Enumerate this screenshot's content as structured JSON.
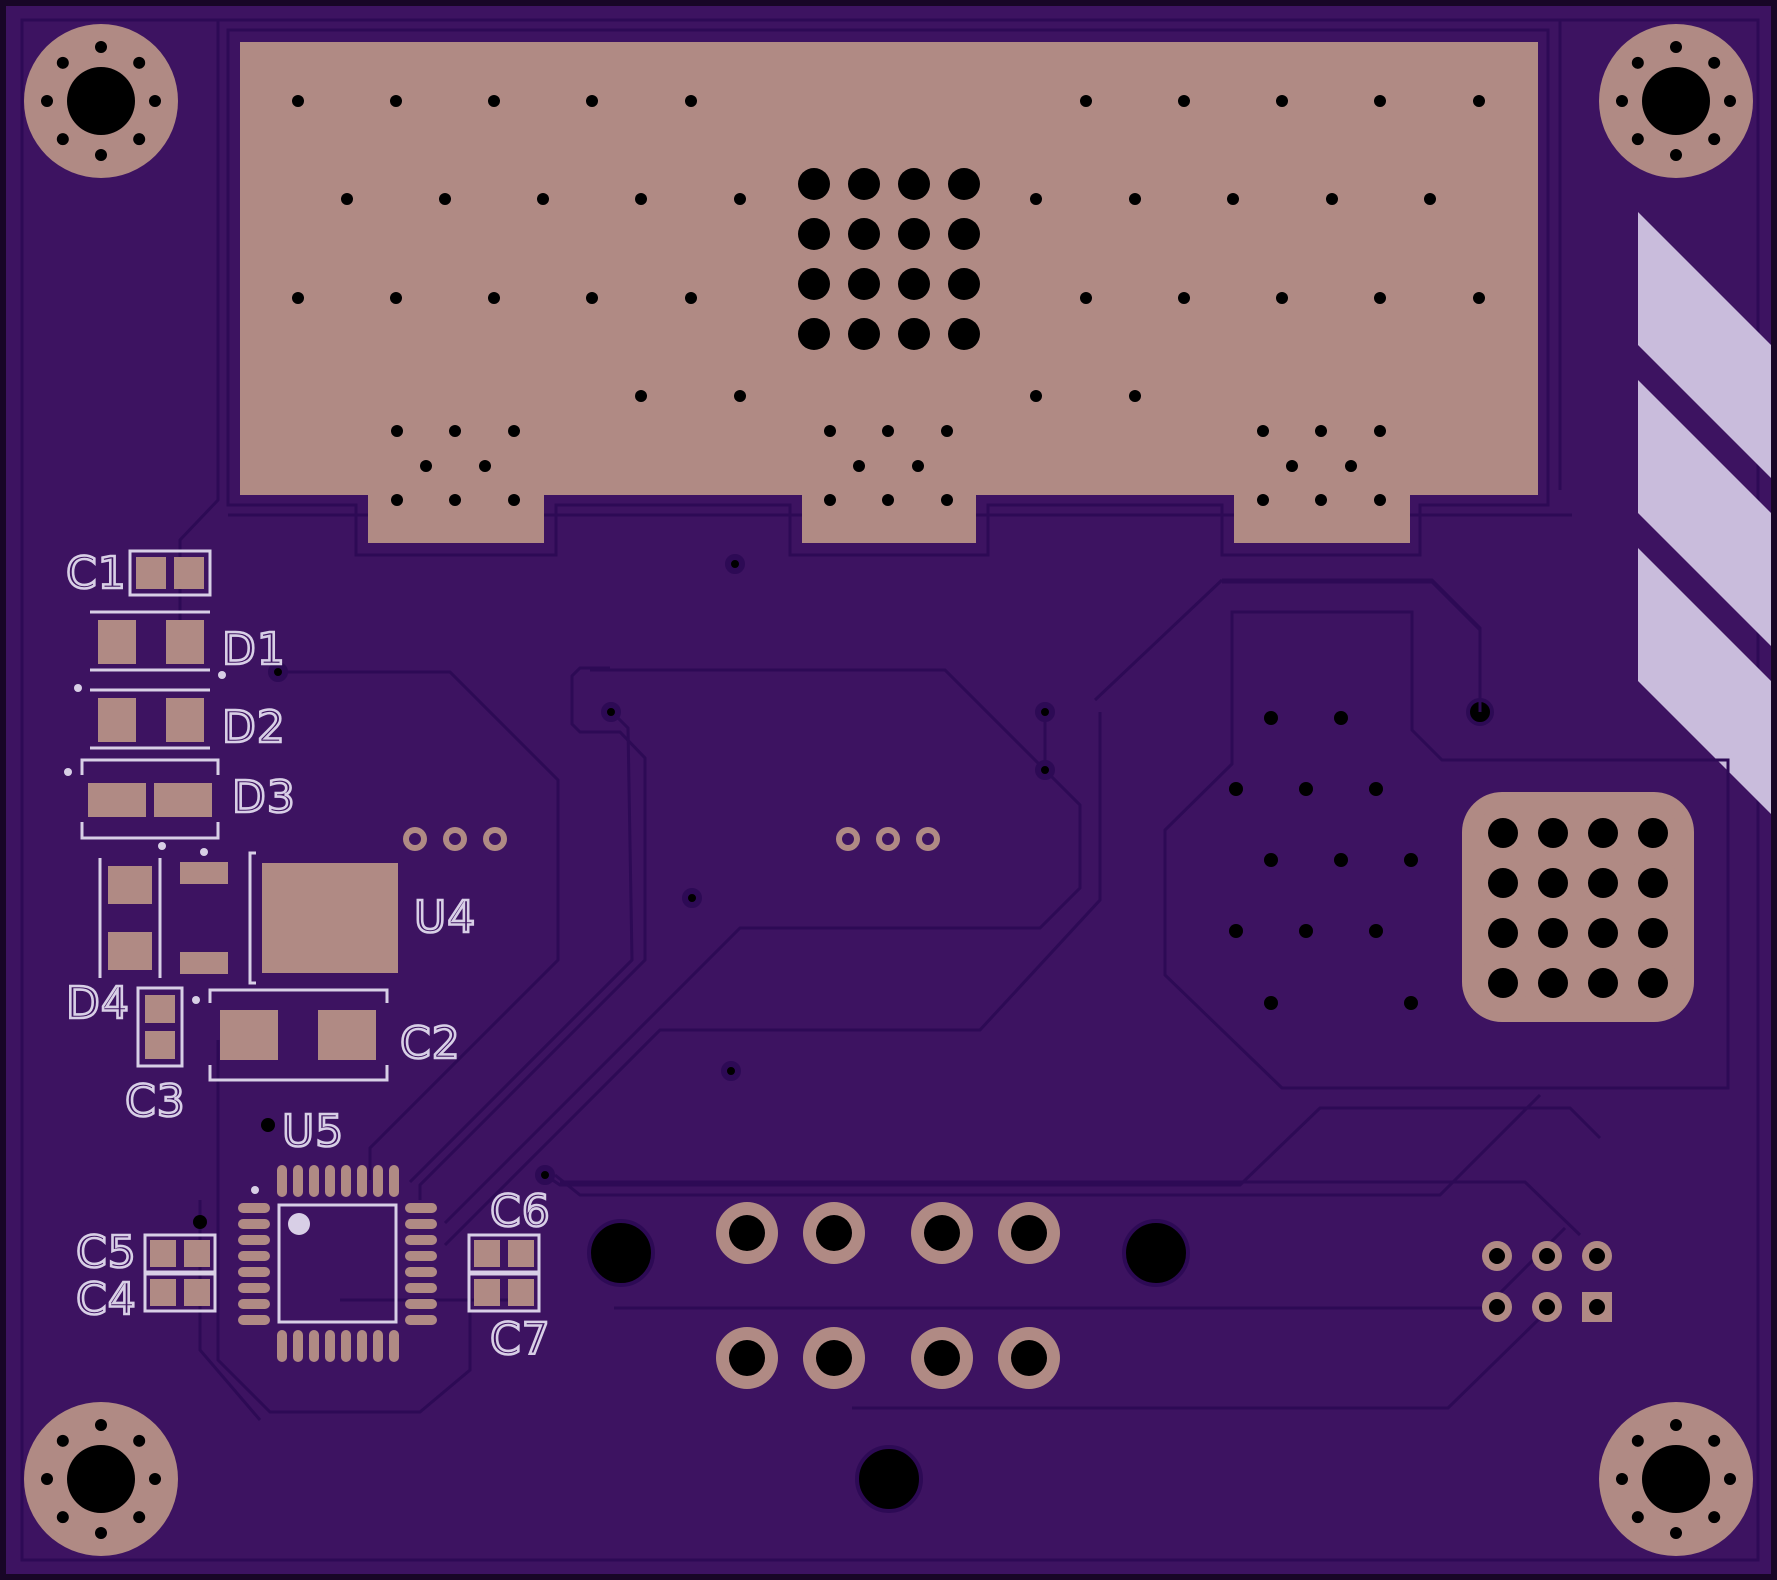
{
  "board": {
    "colors": {
      "substrate": "#3d1361",
      "edge": "#180626",
      "copper": "#b08a84",
      "silkscreen": "#d8cfe6",
      "drill": "#000000"
    }
  },
  "labels": {
    "C1": "C1",
    "D1": "D1",
    "D2": "D2",
    "D3": "D3",
    "U4": "U4",
    "D4": "D4",
    "C2": "C2",
    "C3": "C3",
    "U5": "U5",
    "C5": "C5",
    "C4": "C4",
    "C6": "C6",
    "C7": "C7"
  }
}
